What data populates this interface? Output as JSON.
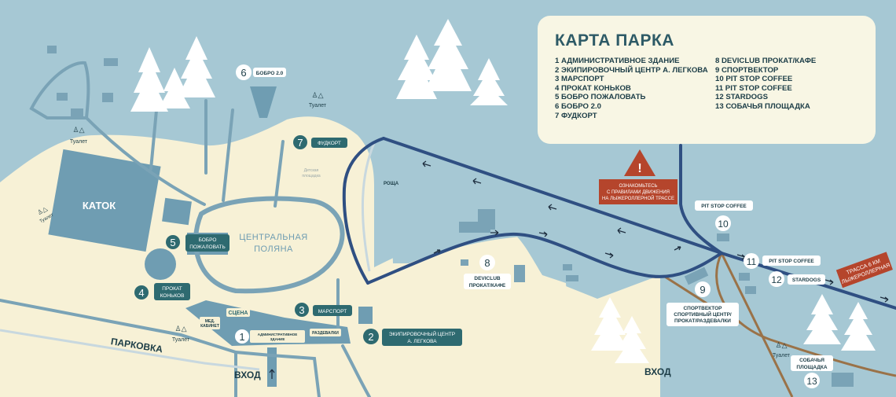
{
  "legend": {
    "title": "КАРТА ПАРКА",
    "items_left": [
      "1 АДМИНИСТРАТИВНОЕ ЗДАНИЕ",
      "2 ЭКИПИРОВОЧНЫЙ ЦЕНТР А. ЛЕГКОВА",
      "3 МАРСПОРТ",
      "4 ПРОКАТ КОНЬКОВ",
      "5 БОБРО ПОЖАЛОВАТЬ",
      "6 БОБРО 2.0",
      "7 ФУДКОРТ"
    ],
    "items_right": [
      "8 DEVICLUB ПРОКАТ/КАФЕ",
      "9 СПОРТВЕКТОР",
      "10 PIT STOP COFFEE",
      "11 PIT STOP COFFEE",
      "12 STARDOGS",
      "13 СОБАЧЬЯ ПЛОЩАДКА"
    ]
  },
  "areas": {
    "rink": "КАТОК",
    "central_1": "ЦЕНТРАЛЬНАЯ",
    "central_2": "ПОЛЯНА",
    "parking": "ПАРКОВКА",
    "entrance_main": "ВХОД",
    "entrance_east": "ВХОД",
    "grove": "РОЩА",
    "kids_1": "Детская",
    "kids_2": "площадка",
    "stage": "СЦЕНА",
    "med_1": "МЕД.",
    "med_2": "КАБИНЕТ",
    "admin_1": "АДМИНИСТРАТИВНОЕ",
    "admin_2": "ЗДАНИЕ",
    "lockers": "РАЗДЕВАЛКИ"
  },
  "toilets": {
    "label": "Туалет",
    "side_label": "Туалет"
  },
  "pins": {
    "p1": "1",
    "p2": "2",
    "p3": "3",
    "p4": "4",
    "p5": "5",
    "p6": "6",
    "p7": "7",
    "p8": "8",
    "p9": "9",
    "p10": "10",
    "p11": "11",
    "p12": "12",
    "p13": "13"
  },
  "labels": {
    "l2_1": "ЭКИПИРОВОЧНЫЙ ЦЕНТР",
    "l2_2": "А. ЛЕГКОВА",
    "l3": "МАРСПОРТ",
    "l4_1": "ПРОКАТ",
    "l4_2": "КОНЬКОВ",
    "l5_1": "БОБРО",
    "l5_2": "ПОЖАЛОВАТЬ",
    "l6": "БОБРО 2.0",
    "l7": "ФУДКОРТ",
    "l8_1": "DEVICLUB",
    "l8_2": "ПРОКАТ/КАФЕ",
    "l9_1": "СПОРТВЕКТОР",
    "l9_2": "СПОРТИВНЫЙ ЦЕНТР/",
    "l9_3": "ПРОКАТ/РАЗДЕВАЛКИ",
    "l10": "PIT STOP COFFEE",
    "l11": "PIT STOP COFFEE",
    "l12": "STARDOGS",
    "l13_1": "СОБАЧЬЯ",
    "l13_2": "ПЛОЩАДКА"
  },
  "warning": {
    "line1": "ОЗНАКОМЬТЕСЬ",
    "line2": "С ПРАВИЛАМИ ДВИЖЕНИЯ",
    "line3": "НА ЛЫЖЕРОЛЛЕРНОЙ ТРАССЕ",
    "icon": "!"
  },
  "track_sign": {
    "line1": "ТРАССА 6 КМ",
    "line2": "ЛЫЖЕРОЛЛЕРНАЯ"
  },
  "colors": {
    "background": "#a6c8d4",
    "land": "#f7f1d6",
    "building": "#6f9db2",
    "dark_teal": "#2e6a70",
    "track": "#2f4f82",
    "warning": "#b5452c",
    "brown_path": "#9a7248"
  }
}
